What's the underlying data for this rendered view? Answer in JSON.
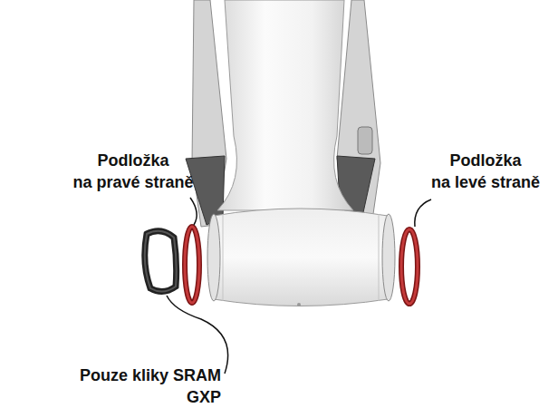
{
  "diagram": {
    "labels": [
      "Podložka na pravé straně",
      "Podložka na levé straně",
      "Pouze kliky SRAM GXP"
    ]
  }
}
